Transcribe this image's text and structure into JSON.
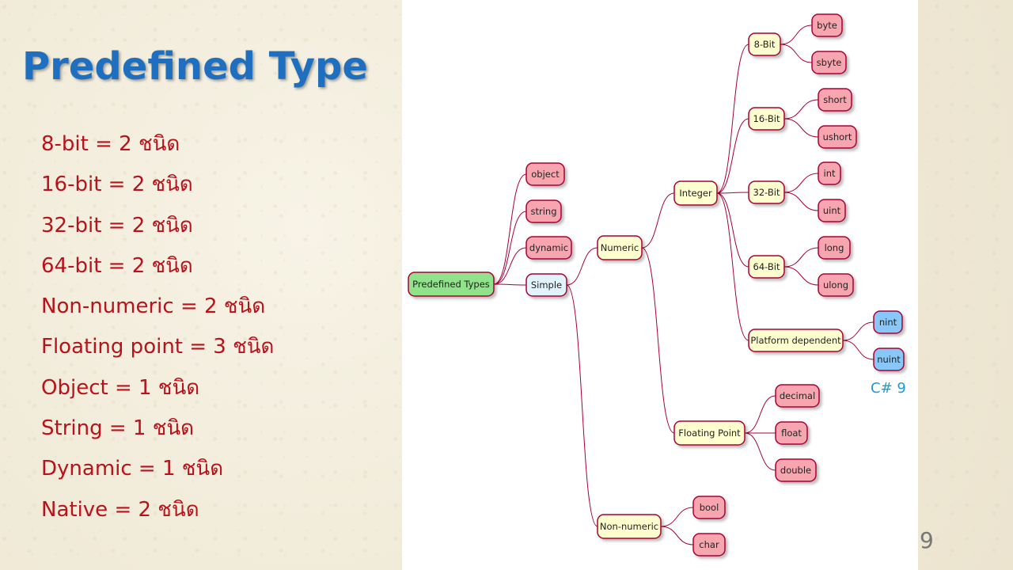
{
  "slide": {
    "title": "Predefined Type",
    "counts": [
      "8-bit = 2 ชนิด",
      "16-bit = 2 ชนิด",
      "32-bit = 2 ชนิด",
      "64-bit = 2 ชนิด",
      "Non-numeric = 2 ชนิด",
      "Floating point = 3 ชนิด",
      "Object = 1 ชนิด",
      "String = 1 ชนิด",
      "Dynamic = 1 ชนิด",
      "Native = 2 ชนิด"
    ],
    "note": "C# 9",
    "page_number": "9"
  },
  "colors": {
    "title": "#1f6fc0",
    "list_text": "#b8131b",
    "edge": "#a80036",
    "root_fill": "#90e38a",
    "simple_fill": "#e2f4fb",
    "group_fill": "#fefecf",
    "leaf_fill": "#f7a6b0",
    "native_fill": "#87c8f8",
    "note": "#1e9ad6"
  },
  "diagram": {
    "nodes": [
      {
        "id": "root",
        "label": "Predefined Types",
        "kind": "root"
      },
      {
        "id": "object",
        "label": "object",
        "kind": "leaf"
      },
      {
        "id": "string",
        "label": "string",
        "kind": "leaf"
      },
      {
        "id": "dynamic",
        "label": "dynamic",
        "kind": "leaf"
      },
      {
        "id": "simple",
        "label": "Simple",
        "kind": "simple"
      },
      {
        "id": "numeric",
        "label": "Numeric",
        "kind": "group"
      },
      {
        "id": "nonnumeric",
        "label": "Non-numeric",
        "kind": "group"
      },
      {
        "id": "integer",
        "label": "Integer",
        "kind": "group"
      },
      {
        "id": "floating",
        "label": "Floating Point",
        "kind": "group"
      },
      {
        "id": "b8",
        "label": "8-Bit",
        "kind": "group"
      },
      {
        "id": "b16",
        "label": "16-Bit",
        "kind": "group"
      },
      {
        "id": "b32",
        "label": "32-Bit",
        "kind": "group"
      },
      {
        "id": "b64",
        "label": "64-Bit",
        "kind": "group"
      },
      {
        "id": "platform",
        "label": "Platform dependent",
        "kind": "group"
      },
      {
        "id": "byte",
        "label": "byte",
        "kind": "leaf"
      },
      {
        "id": "sbyte",
        "label": "sbyte",
        "kind": "leaf"
      },
      {
        "id": "short",
        "label": "short",
        "kind": "leaf"
      },
      {
        "id": "ushort",
        "label": "ushort",
        "kind": "leaf"
      },
      {
        "id": "int",
        "label": "int",
        "kind": "leaf"
      },
      {
        "id": "uint",
        "label": "uint",
        "kind": "leaf"
      },
      {
        "id": "long",
        "label": "long",
        "kind": "leaf"
      },
      {
        "id": "ulong",
        "label": "ulong",
        "kind": "leaf"
      },
      {
        "id": "nint",
        "label": "nint",
        "kind": "native"
      },
      {
        "id": "nuint",
        "label": "nuint",
        "kind": "native"
      },
      {
        "id": "decimal",
        "label": "decimal",
        "kind": "leaf"
      },
      {
        "id": "float",
        "label": "float",
        "kind": "leaf"
      },
      {
        "id": "double",
        "label": "double",
        "kind": "leaf"
      },
      {
        "id": "bool",
        "label": "bool",
        "kind": "leaf"
      },
      {
        "id": "char",
        "label": "char",
        "kind": "leaf"
      }
    ],
    "edges": [
      [
        "root",
        "object"
      ],
      [
        "root",
        "string"
      ],
      [
        "root",
        "dynamic"
      ],
      [
        "root",
        "simple"
      ],
      [
        "simple",
        "numeric"
      ],
      [
        "simple",
        "nonnumeric"
      ],
      [
        "numeric",
        "integer"
      ],
      [
        "numeric",
        "floating"
      ],
      [
        "integer",
        "b8"
      ],
      [
        "integer",
        "b16"
      ],
      [
        "integer",
        "b32"
      ],
      [
        "integer",
        "b64"
      ],
      [
        "integer",
        "platform"
      ],
      [
        "b8",
        "byte"
      ],
      [
        "b8",
        "sbyte"
      ],
      [
        "b16",
        "short"
      ],
      [
        "b16",
        "ushort"
      ],
      [
        "b32",
        "int"
      ],
      [
        "b32",
        "uint"
      ],
      [
        "b64",
        "long"
      ],
      [
        "b64",
        "ulong"
      ],
      [
        "platform",
        "nint"
      ],
      [
        "platform",
        "nuint"
      ],
      [
        "floating",
        "decimal"
      ],
      [
        "floating",
        "float"
      ],
      [
        "floating",
        "double"
      ],
      [
        "nonnumeric",
        "bool"
      ],
      [
        "nonnumeric",
        "char"
      ]
    ]
  }
}
